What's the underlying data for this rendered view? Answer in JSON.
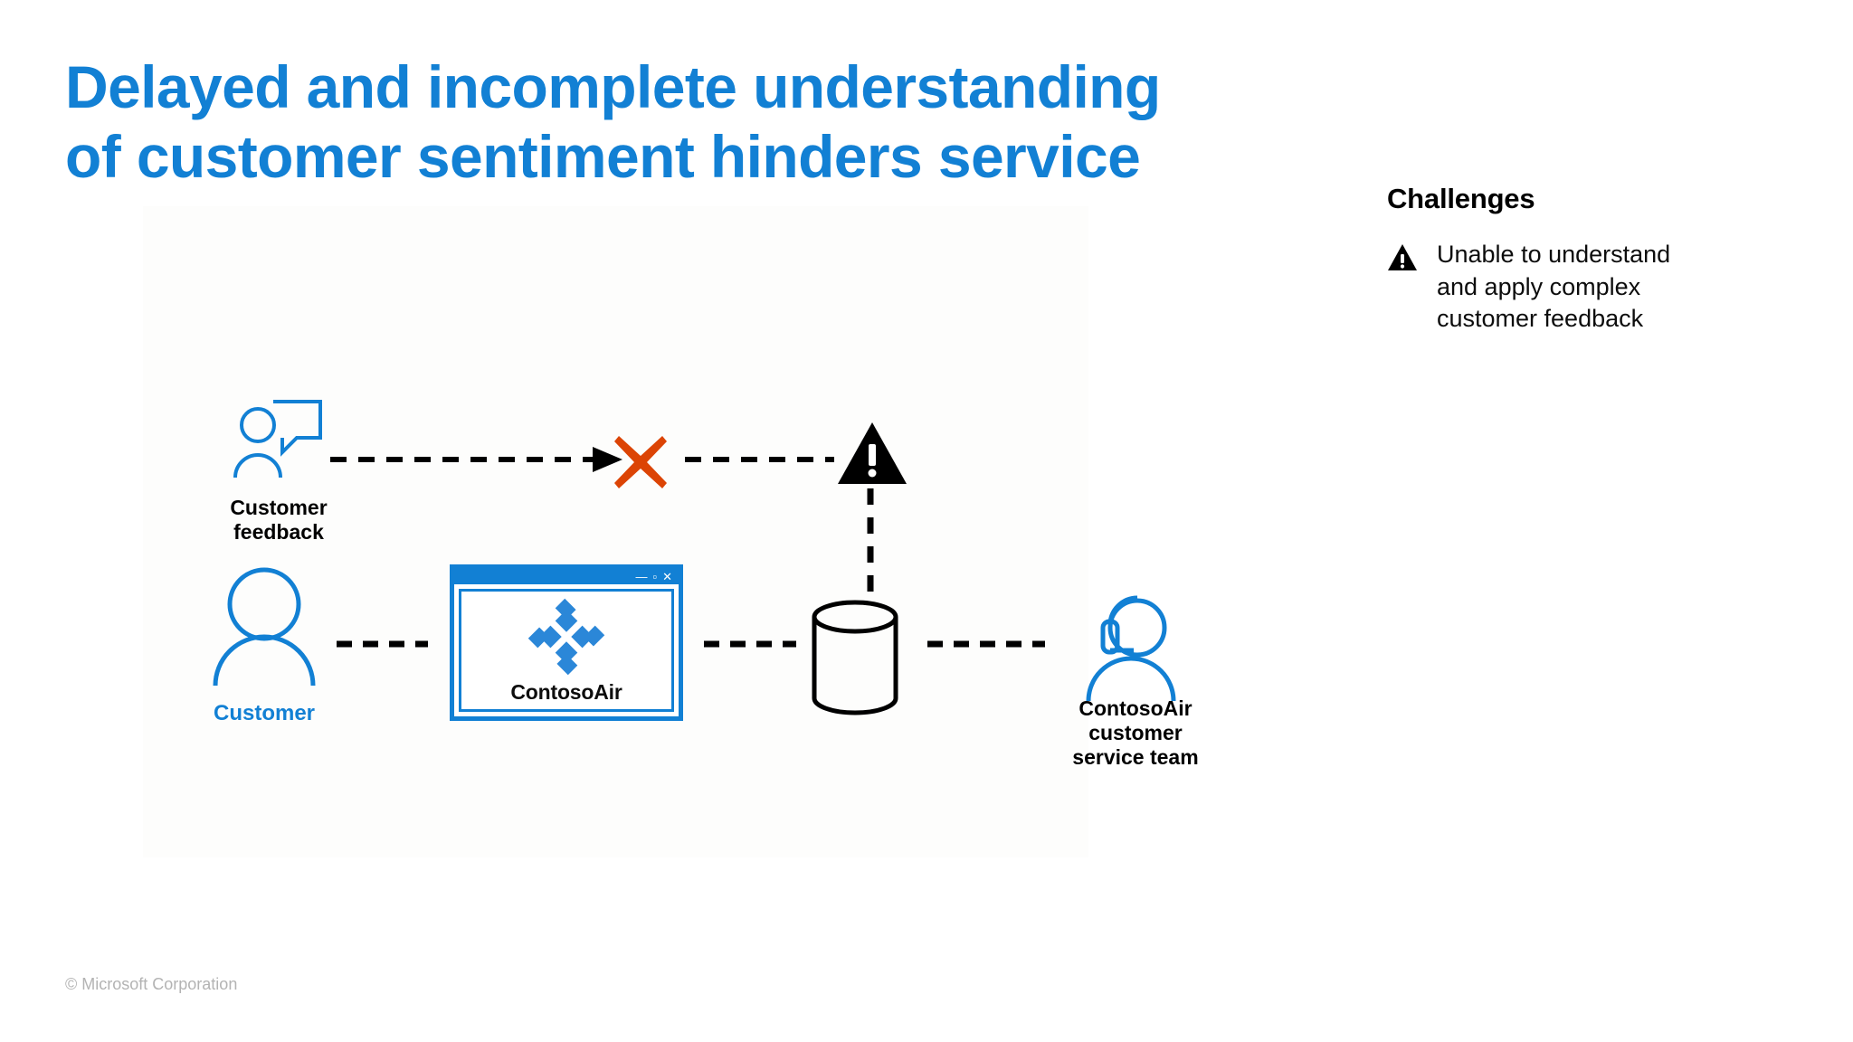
{
  "slide": {
    "title": "Delayed and incomplete understanding\nof customer sentiment hinders service",
    "title_color": "#1280D4",
    "background": "#ffffff",
    "footer": "© Microsoft Corporation"
  },
  "challenges": {
    "heading": "Challenges",
    "items": [
      {
        "icon": "warning-triangle-icon",
        "text": "Unable to understand and apply complex customer feedback"
      }
    ]
  },
  "diagram": {
    "nodes": [
      {
        "id": "customer-feedback",
        "label": "Customer\nfeedback",
        "icon": "person-with-speech-bubble-icon",
        "icon_color": "#1280D4",
        "label_color": "#000000"
      },
      {
        "id": "customer",
        "label": "Customer",
        "icon": "person-icon",
        "icon_color": "#1280D4",
        "label_color": "#1280D4"
      },
      {
        "id": "contosoair-app",
        "label": "ContosoAir",
        "icon": "contosoair-logo-icon",
        "icon_color": "#2B87D8",
        "label_color": "#0d0d0d"
      },
      {
        "id": "database",
        "label": "",
        "icon": "database-cylinder-icon",
        "icon_color": "#000000",
        "label_color": "#000000"
      },
      {
        "id": "service-team",
        "label": "ContosoAir\ncustomer\nservice team",
        "icon": "headset-agent-icon",
        "icon_color": "#1280D4",
        "label_color": "#000000"
      }
    ],
    "blocked_marker": {
      "icon": "red-x-icon",
      "color": "#DC4405"
    },
    "warning_marker": {
      "icon": "warning-triangle-icon",
      "color": "#000000"
    },
    "window_controls": {
      "minimize": "—",
      "maximize": "▫",
      "close": "✕"
    },
    "connector_style": "dashed",
    "connector_color": "#000000"
  }
}
